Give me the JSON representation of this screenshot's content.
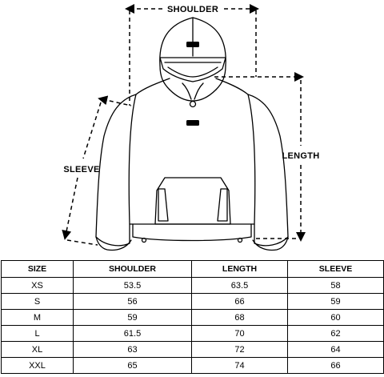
{
  "labels": {
    "shoulder": "SHOULDER",
    "length": "LENGTH",
    "sleeve": "SLEEVE"
  },
  "table": {
    "headers": [
      "SIZE",
      "SHOULDER",
      "LENGTH",
      "SLEEVE"
    ],
    "rows": [
      [
        "XS",
        "53.5",
        "63.5",
        "58"
      ],
      [
        "S",
        "56",
        "66",
        "59"
      ],
      [
        "M",
        "59",
        "68",
        "60"
      ],
      [
        "L",
        "61.5",
        "70",
        "62"
      ],
      [
        "XL",
        "63",
        "72",
        "64"
      ],
      [
        "XXL",
        "65",
        "74",
        "66"
      ]
    ]
  }
}
